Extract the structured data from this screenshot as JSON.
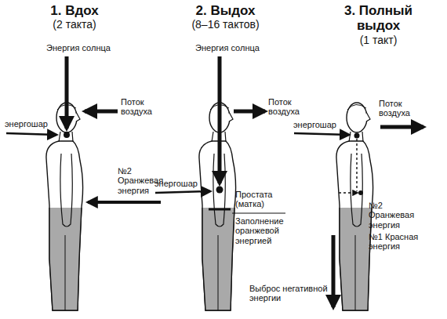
{
  "diagram": {
    "labels": [
      "1. Вдох",
      "(2 такта)",
      "Энергия солнца",
      "Поток воздуха",
      "энергошар",
      "№2 Оранжевая энергия",
      "2. Выдох",
      "(8–16 тактов)",
      "Энергия солнца",
      "Поток воздуха",
      "энергошар",
      "Простата (матка)",
      "Заполнение оранжевой энергией",
      "3. Полный выдох",
      "(1 такт)",
      "Поток воздуха",
      "энергошар",
      "№2 Оранжевая энергия",
      "№1 Красная энергия",
      "Выброс негативной энергии"
    ]
  }
}
